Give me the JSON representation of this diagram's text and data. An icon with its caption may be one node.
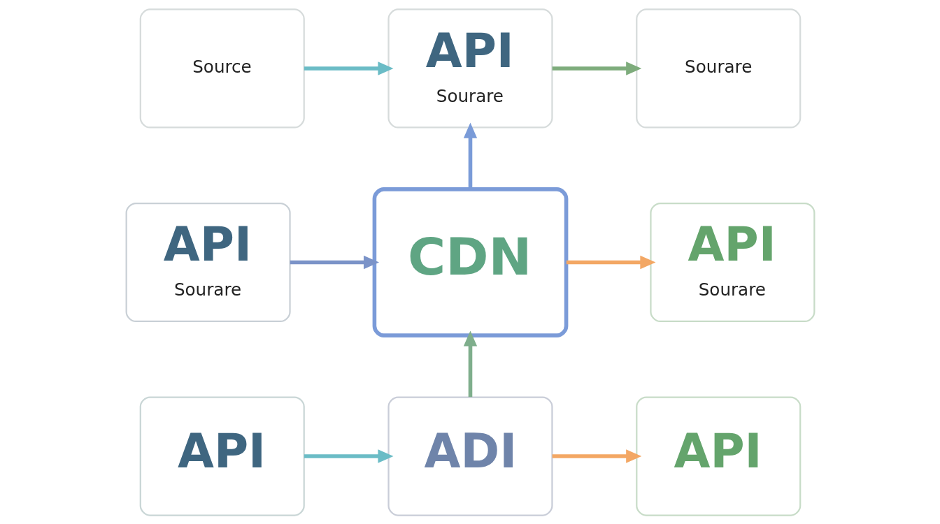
{
  "diagram": {
    "nodes": [
      {
        "text": [
          "Source"
        ]
      },
      {
        "text": [
          "API",
          "Sourare"
        ]
      },
      {
        "text": [
          "Sourare"
        ]
      },
      {
        "text": [
          "API",
          "Sourare"
        ]
      },
      {
        "text": [
          "CDN"
        ]
      },
      {
        "text": [
          "API",
          "Sourare"
        ]
      },
      {
        "text": [
          "API"
        ]
      },
      {
        "text": [
          "ADI"
        ]
      },
      {
        "text": [
          "API"
        ]
      }
    ],
    "edges": [
      {
        "from": 0,
        "to": 1,
        "arrow": "to",
        "color": "#6bbcc6"
      },
      {
        "from": 1,
        "to": 2,
        "arrow": "to",
        "color": "#7eac7c"
      },
      {
        "from": 4,
        "to": 1,
        "arrow": "to",
        "color": "#7a9bd8"
      },
      {
        "from": 3,
        "to": 4,
        "arrow": "to",
        "color": "#7b93c8"
      },
      {
        "from": 4,
        "to": 5,
        "arrow": "to",
        "color": "#f3a764"
      },
      {
        "from": 7,
        "to": 4,
        "arrow": "to",
        "color": "#7fae8c"
      },
      {
        "from": 6,
        "to": 7,
        "arrow": "to",
        "color": "#6bbcc6"
      },
      {
        "from": 7,
        "to": 8,
        "arrow": "to",
        "color": "#f3a764"
      }
    ]
  }
}
